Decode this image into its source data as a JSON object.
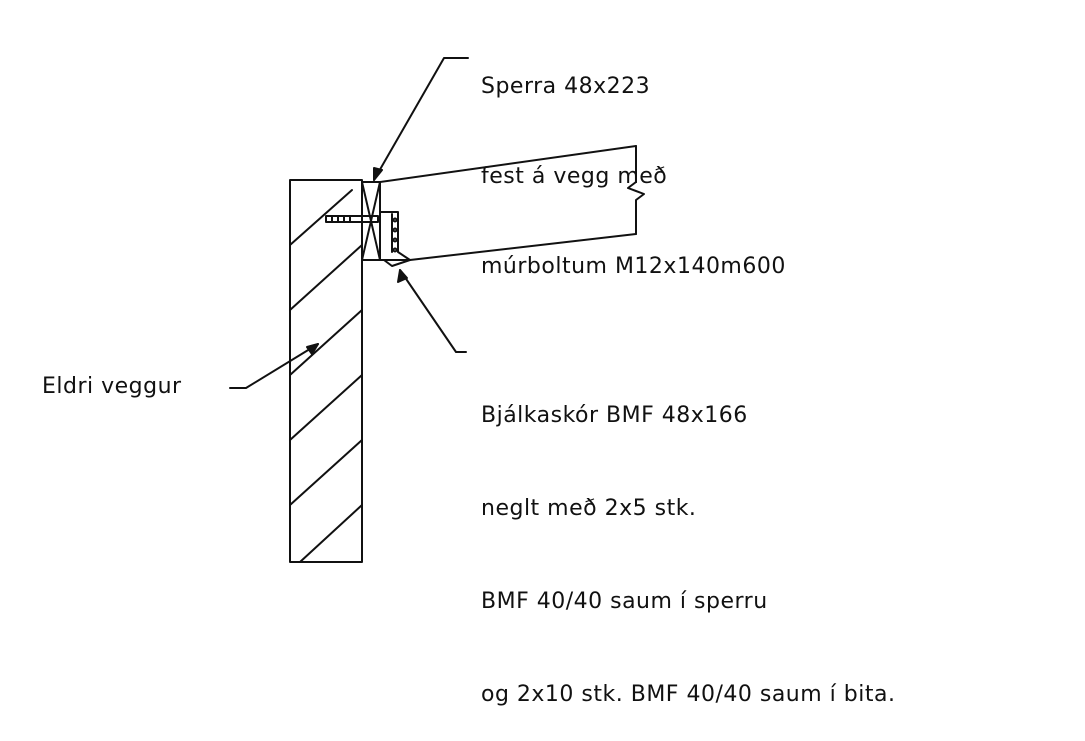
{
  "notes": {
    "rafter": {
      "line1": "Sperra 48x223",
      "line2": "fest á vegg með",
      "line3": "múrboltum M12x140m600"
    },
    "hanger": {
      "line1": "Bjálkaskór BMF 48x166",
      "line2": "neglt með 2x5 stk.",
      "line3": "BMF 40/40 saum í sperru",
      "line4": "og 2x10 stk. BMF 40/40 saum í bita."
    },
    "wall": {
      "label": "Eldri veggur"
    }
  },
  "colors": {
    "line": "#111111",
    "background": "#ffffff"
  }
}
